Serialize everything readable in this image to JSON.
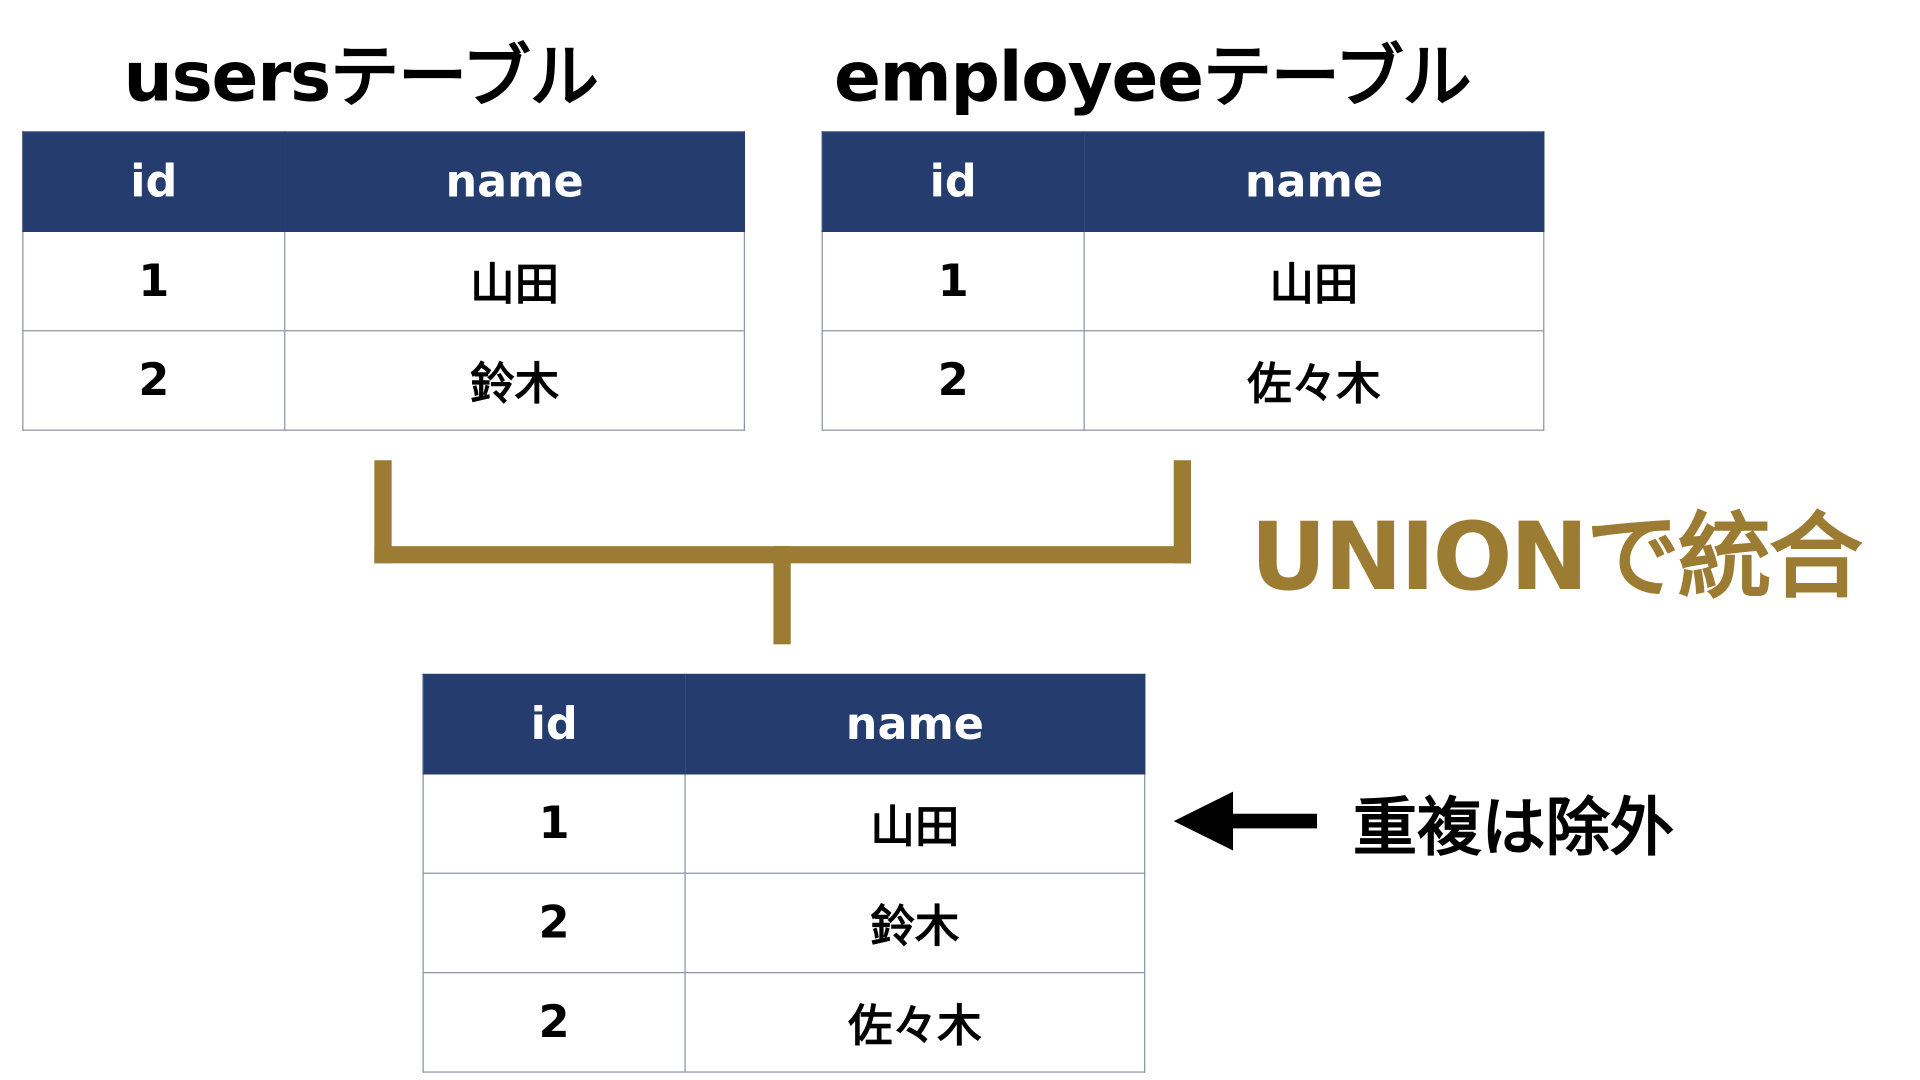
{
  "colors": {
    "header_bg": "#253C6E",
    "accent": "#9C7C33"
  },
  "users": {
    "title": "usersテーブル",
    "headers": [
      "id",
      "name"
    ],
    "rows": [
      [
        "1",
        "山田"
      ],
      [
        "2",
        "鈴木"
      ]
    ]
  },
  "employee": {
    "title": "employeeテーブル",
    "headers": [
      "id",
      "name"
    ],
    "rows": [
      [
        "1",
        "山田"
      ],
      [
        "2",
        "佐々木"
      ]
    ]
  },
  "union_label": "UNIONで統合",
  "result": {
    "headers": [
      "id",
      "name"
    ],
    "rows": [
      [
        "1",
        "山田"
      ],
      [
        "2",
        "鈴木"
      ],
      [
        "2",
        "佐々木"
      ]
    ]
  },
  "note": {
    "icon": "left-arrow-icon",
    "text": "重複は除外"
  }
}
